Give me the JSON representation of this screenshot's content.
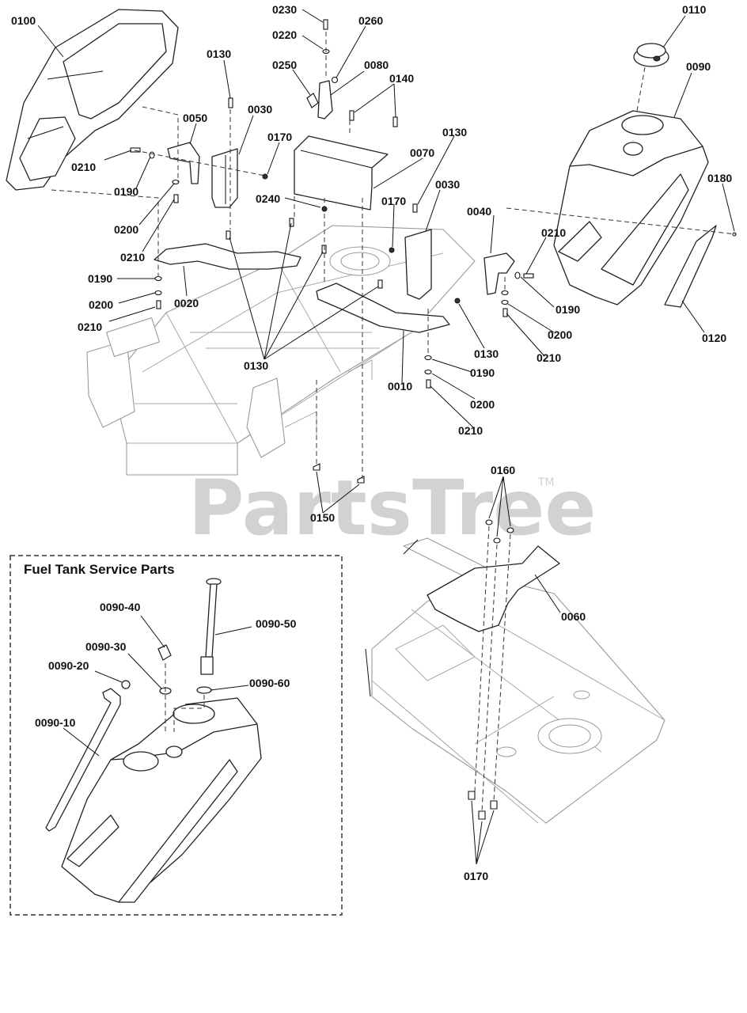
{
  "watermark": {
    "text": "PartsTree",
    "trademark": "TM"
  },
  "inset": {
    "title": "Fuel Tank Service Parts"
  },
  "callouts": [
    "0100",
    "0230",
    "0260",
    "0110",
    "0220",
    "0250",
    "0080",
    "0090",
    "0130",
    "0140",
    "0030",
    "0050",
    "0170",
    "0210",
    "0190",
    "0070",
    "0130",
    "0180",
    "0030",
    "0240",
    "0170",
    "0040",
    "0200",
    "0210",
    "0210",
    "0190",
    "0020",
    "0190",
    "0200",
    "0200",
    "0210",
    "0210",
    "0130",
    "0120",
    "0130",
    "0190",
    "0010",
    "0200",
    "0210",
    "0150",
    "0160",
    "0090-40",
    "0090-50",
    "0090-30",
    "0060",
    "0090-20",
    "0090-60",
    "0090-10",
    "0170"
  ]
}
